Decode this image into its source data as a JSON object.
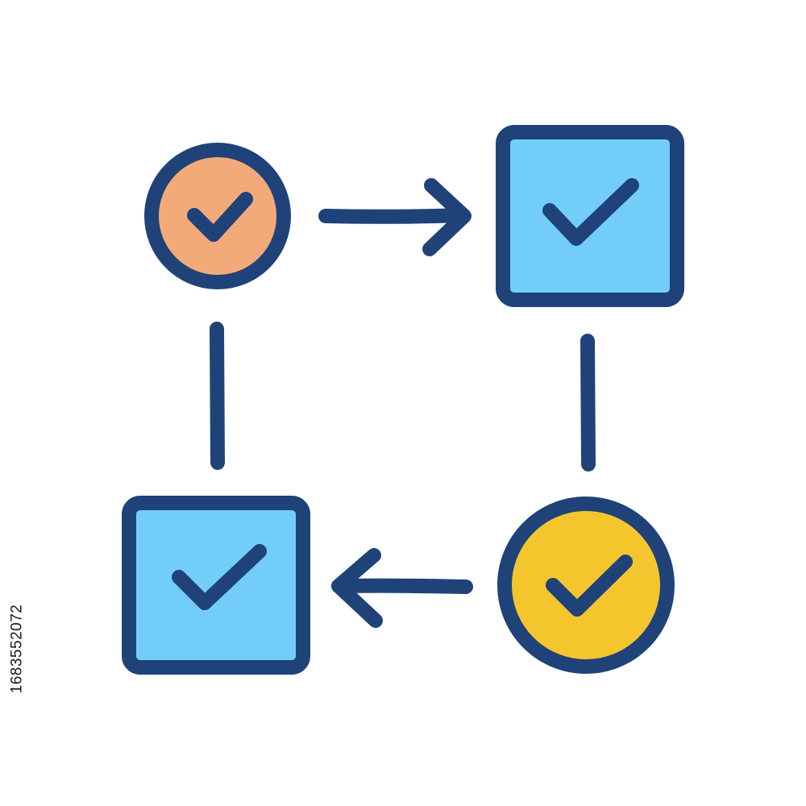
{
  "colors": {
    "outline": "#1f4379",
    "node_orange": "#f2ab78",
    "node_blue": "#72cdf9",
    "node_yellow": "#f5c52e",
    "background": "#ffffff"
  },
  "diagram": {
    "nodes": [
      {
        "id": "top-left",
        "shape": "circle",
        "fill": "orange",
        "icon": "check-icon"
      },
      {
        "id": "top-right",
        "shape": "square",
        "fill": "blue",
        "icon": "check-icon"
      },
      {
        "id": "bottom-right",
        "shape": "circle",
        "fill": "yellow",
        "icon": "check-icon"
      },
      {
        "id": "bottom-left",
        "shape": "square",
        "fill": "blue",
        "icon": "check-icon"
      }
    ],
    "edges": [
      {
        "from": "top-left",
        "to": "top-right",
        "style": "arrow"
      },
      {
        "from": "top-right",
        "to": "bottom-right",
        "style": "line"
      },
      {
        "from": "bottom-right",
        "to": "bottom-left",
        "style": "arrow"
      },
      {
        "from": "bottom-left",
        "to": "top-left",
        "style": "line"
      }
    ]
  },
  "watermark": {
    "stock_id": "1683552072"
  }
}
